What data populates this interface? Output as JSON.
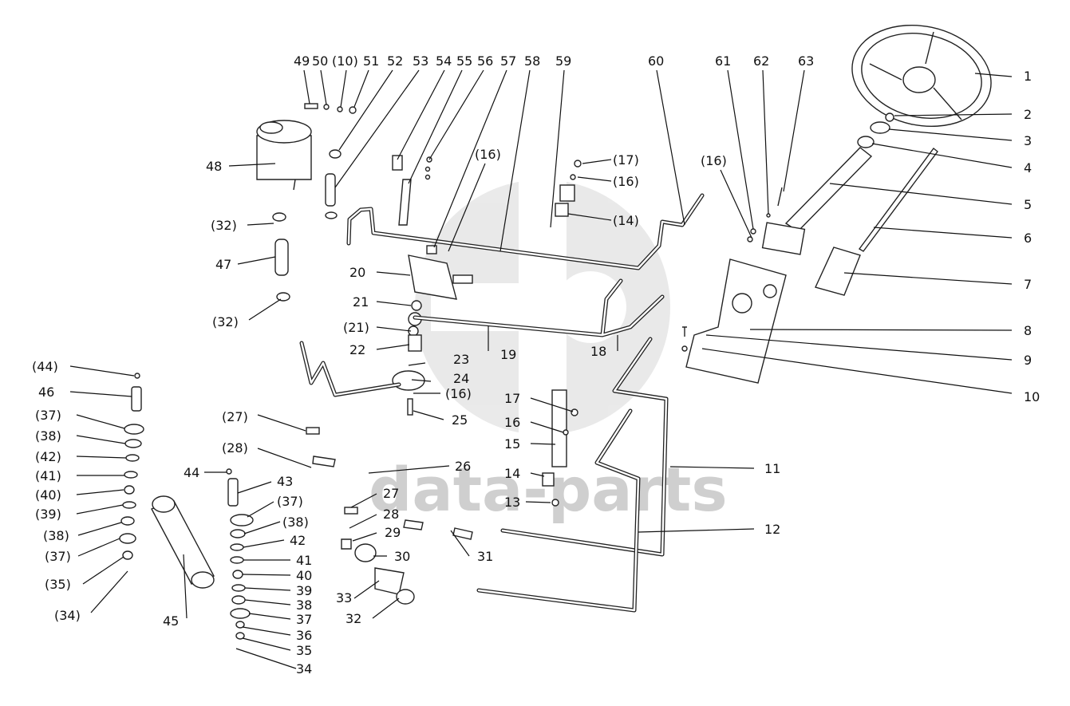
{
  "watermark": {
    "text": "data-parts",
    "color": "#cfcfcf"
  },
  "callouts": [
    {
      "text": "1"
    },
    {
      "text": "2"
    },
    {
      "text": "3"
    },
    {
      "text": "4"
    },
    {
      "text": "5"
    },
    {
      "text": "6"
    },
    {
      "text": "7"
    },
    {
      "text": "8"
    },
    {
      "text": "9"
    },
    {
      "text": "10"
    },
    {
      "text": "11"
    },
    {
      "text": "12"
    },
    {
      "text": "13"
    },
    {
      "text": "14"
    },
    {
      "text": "15"
    },
    {
      "text": "16"
    },
    {
      "text": "17"
    },
    {
      "text": "18"
    },
    {
      "text": "19"
    },
    {
      "text": "20"
    },
    {
      "text": "21"
    },
    {
      "text": "(21)"
    },
    {
      "text": "22"
    },
    {
      "text": "23"
    },
    {
      "text": "24"
    },
    {
      "text": "(16)"
    },
    {
      "text": "25"
    },
    {
      "text": "26"
    },
    {
      "text": "(27)"
    },
    {
      "text": "(28)"
    },
    {
      "text": "27"
    },
    {
      "text": "28"
    },
    {
      "text": "29"
    },
    {
      "text": "30"
    },
    {
      "text": "31"
    },
    {
      "text": "32"
    },
    {
      "text": "33"
    },
    {
      "text": "34"
    },
    {
      "text": "35"
    },
    {
      "text": "36"
    },
    {
      "text": "37"
    },
    {
      "text": "38"
    },
    {
      "text": "39"
    },
    {
      "text": "40"
    },
    {
      "text": "41"
    },
    {
      "text": "42"
    },
    {
      "text": "(37)"
    },
    {
      "text": "(38)"
    },
    {
      "text": "43"
    },
    {
      "text": "44"
    },
    {
      "text": "45"
    },
    {
      "text": "(34)"
    },
    {
      "text": "(35)"
    },
    {
      "text": "(37)"
    },
    {
      "text": "(38)"
    },
    {
      "text": "(39)"
    },
    {
      "text": "(40)"
    },
    {
      "text": "(41)"
    },
    {
      "text": "(42)"
    },
    {
      "text": "(38)"
    },
    {
      "text": "(37)"
    },
    {
      "text": "46"
    },
    {
      "text": "(44)"
    },
    {
      "text": "47"
    },
    {
      "text": "(32)"
    },
    {
      "text": "(32)"
    },
    {
      "text": "48"
    },
    {
      "text": "49"
    },
    {
      "text": "50"
    },
    {
      "text": "(10)"
    },
    {
      "text": "51"
    },
    {
      "text": "52"
    },
    {
      "text": "53"
    },
    {
      "text": "54"
    },
    {
      "text": "55"
    },
    {
      "text": "56"
    },
    {
      "text": "57"
    },
    {
      "text": "(16)"
    },
    {
      "text": "58"
    },
    {
      "text": "59"
    },
    {
      "text": "(17)"
    },
    {
      "text": "(16)"
    },
    {
      "text": "(14)"
    },
    {
      "text": "60"
    },
    {
      "text": "(16)"
    },
    {
      "text": "61"
    },
    {
      "text": "62"
    },
    {
      "text": "63"
    }
  ]
}
